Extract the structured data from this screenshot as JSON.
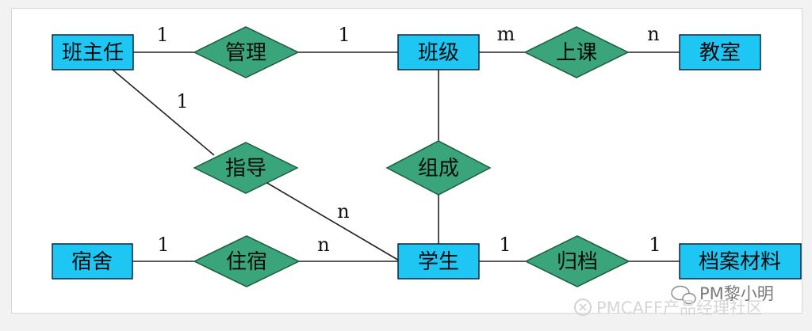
{
  "entities": {
    "banzhuren": "班主任",
    "banji": "班级",
    "jiaoshi": "教室",
    "sushe": "宿舍",
    "xuesheng": "学生",
    "dangan": "档案材料"
  },
  "relationships": {
    "guanli": "管理",
    "shangke": "上课",
    "zhidao": "指导",
    "zucheng": "组成",
    "zhusu": "住宿",
    "guidang": "归档"
  },
  "cardinalities": {
    "banzhuren_guanli": "1",
    "guanli_banji": "1",
    "banji_shangke": "m",
    "shangke_jiaoshi": "n",
    "banzhuren_zhidao": "1",
    "zhidao_xuesheng": "n",
    "sushe_zhusu": "1",
    "zhusu_xuesheng": "n",
    "xuesheng_guidang": "1",
    "guidang_dangan": "1"
  },
  "watermark": {
    "author": "PM黎小明",
    "platform": "PMCAFF产品经理社区"
  },
  "colors": {
    "entity_fill": "#1ec6f4",
    "relationship_fill": "#3aa57a"
  }
}
